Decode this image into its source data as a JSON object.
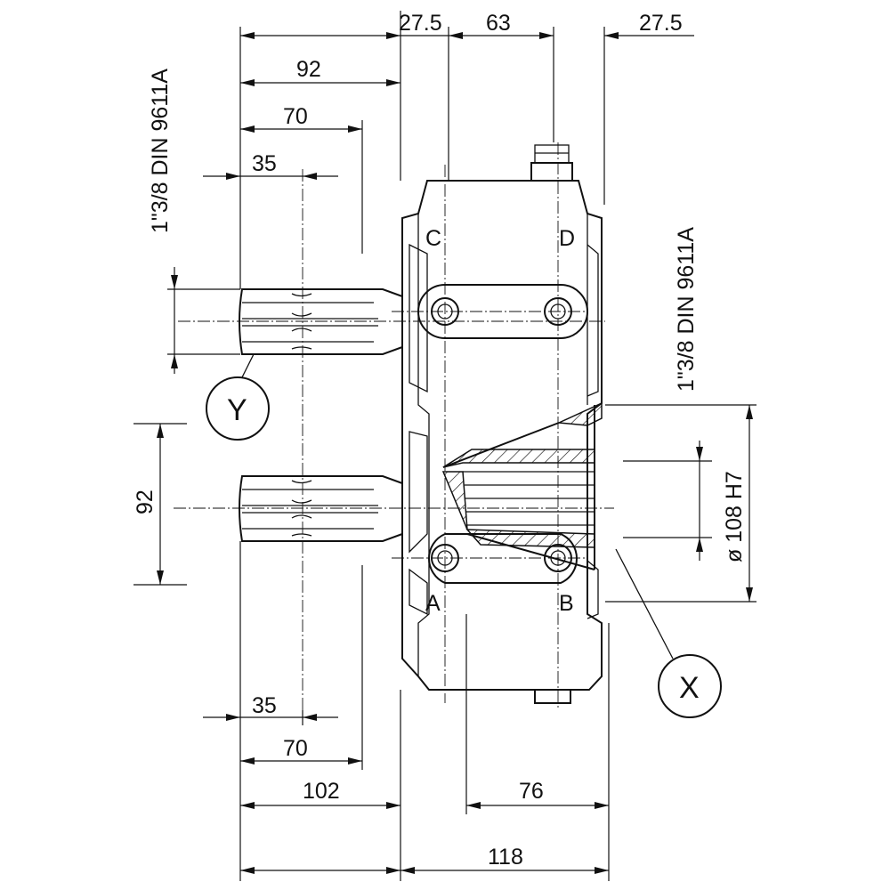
{
  "dimensions": {
    "d_27_5_left": "27.5",
    "d_63": "63",
    "d_27_5_right": "27.5",
    "d_92_top": "92",
    "d_70_top": "70",
    "d_35_top": "35",
    "d_35_bottom": "35",
    "d_70_bottom": "70",
    "d_102": "102",
    "d_76": "76",
    "d_118": "118",
    "d_92_left": "92",
    "d_bore": "ø 108 H7"
  },
  "shaft_spec_left": "1\"3/8 DIN 9611A",
  "shaft_spec_right": "1\"3/8 DIN 9611A",
  "port_labels": {
    "a": "A",
    "b": "B",
    "c": "C",
    "d": "D"
  },
  "detail_labels": {
    "x": "X",
    "y": "Y"
  }
}
